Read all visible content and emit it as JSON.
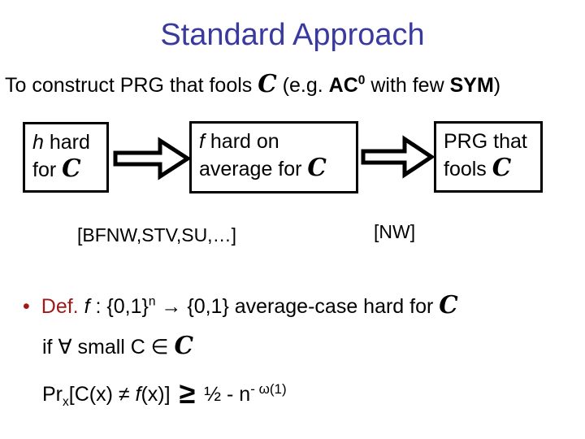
{
  "slide": {
    "title": "Standard Approach",
    "colors": {
      "title_blue": "#3939A0",
      "def_red": "#9E1A1A"
    },
    "intro": {
      "pre": "To construct PRG that fools ",
      "classC": "C",
      "mid1": " (e.g. ",
      "ac": "AC",
      "ac_sup": "0",
      "mid2": " with few ",
      "sym": "SYM",
      "end": ")"
    },
    "diagram": {
      "boxes": [
        {
          "l1a": "h",
          "l1b": " hard",
          "l2a": "for ",
          "classC": "C"
        },
        {
          "l1a": "f",
          "l1b": " hard on",
          "l2a": "average for ",
          "classC": "C"
        },
        {
          "l1a": "",
          "l1b": "PRG that",
          "l2a": "fools ",
          "classC": "C"
        }
      ],
      "arrow_icon": "block-arrow-right"
    },
    "refs": {
      "left": "[BFNW,STV,SU,…]",
      "right": "[NW]"
    },
    "definition": {
      "bullet": "•",
      "def_label": "Def.",
      "space1": " ",
      "f1": "f",
      "colon_set": " : {0,1}",
      "sup_n": "n",
      "arrow_set": " → {0,1} average-case hard for ",
      "classC": "C",
      "if_pre": "if ∀ small C ∈ ",
      "if_classC": "C",
      "pr": "Pr",
      "sub_x": "x",
      "pr_mid": "[C(x) ≠ ",
      "pr_f": "f",
      "pr_close": "(x)] ",
      "geq": "≥",
      "half_minus_n": " ½ - n",
      "exponent": "- ω(1)"
    }
  }
}
